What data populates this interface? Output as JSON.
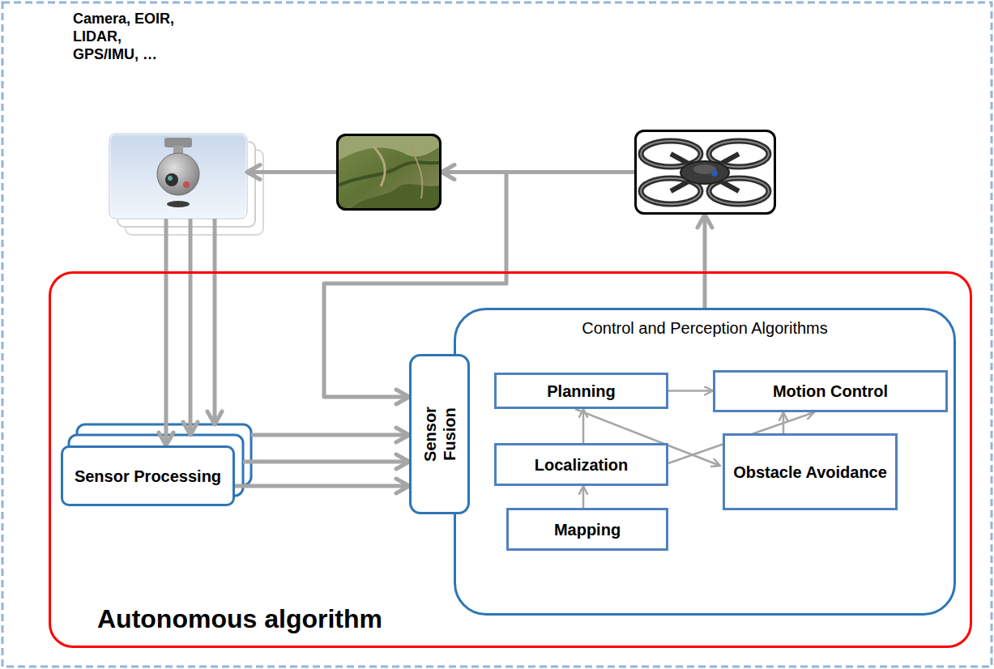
{
  "diagram": {
    "nodes": [
      {
        "text": [
          "Camera, EOIR, LIDAR, GPS/IMU, …"
        ]
      },
      {
        "text": []
      },
      {
        "text": []
      },
      {
        "text": [
          "Autonomous algorithm"
        ]
      },
      {
        "text": [
          "Sensor Processing"
        ],
        "in": 3
      },
      {
        "text": [
          "Sensor Fusion"
        ],
        "in": 3
      },
      {
        "text": [
          "Control and Perception Algorithms"
        ],
        "in": 3
      },
      {
        "text": [
          "Planning"
        ],
        "in": 6
      },
      {
        "text": [
          "Motion Control"
        ],
        "in": 6
      },
      {
        "text": [
          "Localization"
        ],
        "in": 6
      },
      {
        "text": [
          "Obstacle Avoidance"
        ],
        "in": 6
      },
      {
        "text": [
          "Mapping"
        ],
        "in": 6
      }
    ],
    "edges": [
      {
        "from": 2,
        "to": 1,
        "arrow": "to"
      },
      {
        "from": 1,
        "to": 0,
        "arrow": "to"
      },
      {
        "from": 2,
        "to": 5,
        "arrow": "to"
      },
      {
        "from": 0,
        "to": 4,
        "arrow": "to"
      },
      {
        "from": 0,
        "to": 4,
        "arrow": "to"
      },
      {
        "from": 0,
        "to": 4,
        "arrow": "to"
      },
      {
        "from": 4,
        "to": 5,
        "arrow": "to"
      },
      {
        "from": 4,
        "to": 5,
        "arrow": "to"
      },
      {
        "from": 4,
        "to": 5,
        "arrow": "to"
      },
      {
        "from": 6,
        "to": 2,
        "arrow": "to"
      },
      {
        "from": 7,
        "to": 8,
        "arrow": "to"
      },
      {
        "from": 9,
        "to": 7,
        "arrow": "to"
      },
      {
        "from": 11,
        "to": 9,
        "arrow": "to"
      },
      {
        "from": 9,
        "to": 8,
        "arrow": "to"
      },
      {
        "from": 7,
        "to": 10,
        "arrow": "to"
      },
      {
        "from": 10,
        "to": 8,
        "arrow": "to"
      }
    ]
  }
}
